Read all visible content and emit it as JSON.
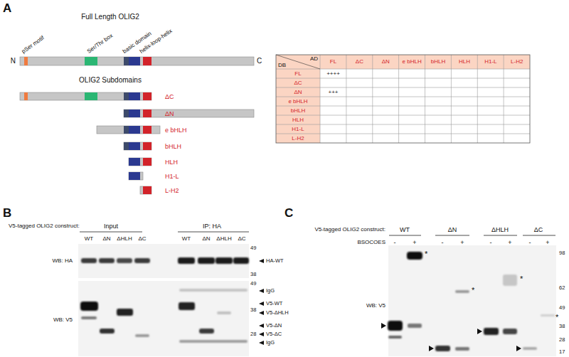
{
  "diagram": {
    "labels": [
      "A",
      "Full Length OLIG2",
      "pSer motif",
      "Ser/Thr box",
      "basic domain",
      "helix-loop-helix",
      "N",
      "C",
      "OLIG2 Subdomains",
      "ΔC",
      "ΔN",
      "e bHLH",
      "bHLH",
      "HLH",
      "H1-L",
      "L-H2",
      "AD",
      "DB",
      "FL",
      "ΔC",
      "ΔN",
      "e bHLH",
      "bHLH",
      "HLH",
      "H1-L",
      "L-H2",
      "FL",
      "ΔC",
      "ΔN",
      "e bHLH",
      "bHLH",
      "HLH",
      "H1-L",
      "L-H2",
      "++++",
      "+++",
      "B",
      "V5-tagged OLIG2 construct:",
      "Input",
      "IP: HA",
      "WT",
      "ΔN",
      "ΔHLH",
      "ΔC",
      "WT",
      "ΔN",
      "ΔHLH",
      "ΔC",
      "WB: HA",
      "49",
      "38",
      "HA-WT",
      "WB: V5",
      "49",
      "38",
      "28",
      "IgG",
      "V5-WT",
      "V5-ΔHLH",
      "V5-ΔN",
      "V5-ΔC",
      "IgG",
      "C",
      "V5-tagged OLIG2 construct:",
      "WT",
      "ΔN",
      "ΔHLH",
      "ΔC",
      "BSOCOES",
      "-",
      "+",
      "-",
      "+",
      "-",
      "+",
      "-",
      "+",
      "WB: V5",
      "98",
      "62",
      "49",
      "38",
      "28",
      "17",
      "*",
      "*",
      "*",
      "*"
    ]
  }
}
